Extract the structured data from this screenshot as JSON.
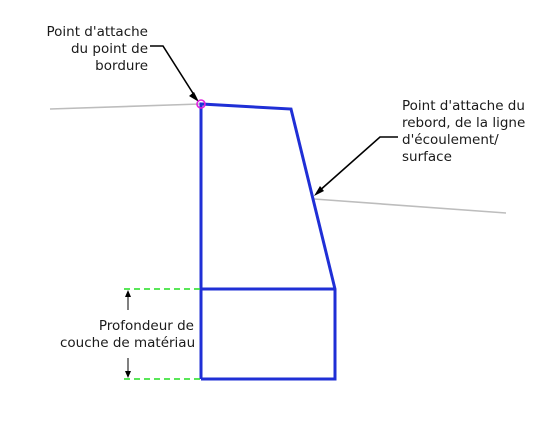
{
  "labels": {
    "border_attach": [
      "Point d'attache",
      "du point de",
      "bordure"
    ],
    "lip_attach": [
      "Point d'attache du",
      "rebord, de la ligne",
      "d'écoulement/",
      "surface"
    ],
    "material_depth": [
      "Profondeur de",
      "couche de matériau"
    ]
  },
  "colors": {
    "section_outline": "#1f2fd6",
    "surface_line": "#bdbdbd",
    "dimension_line": "#22dd22",
    "attach_marker": "#e020e0",
    "leader": "#000000"
  }
}
